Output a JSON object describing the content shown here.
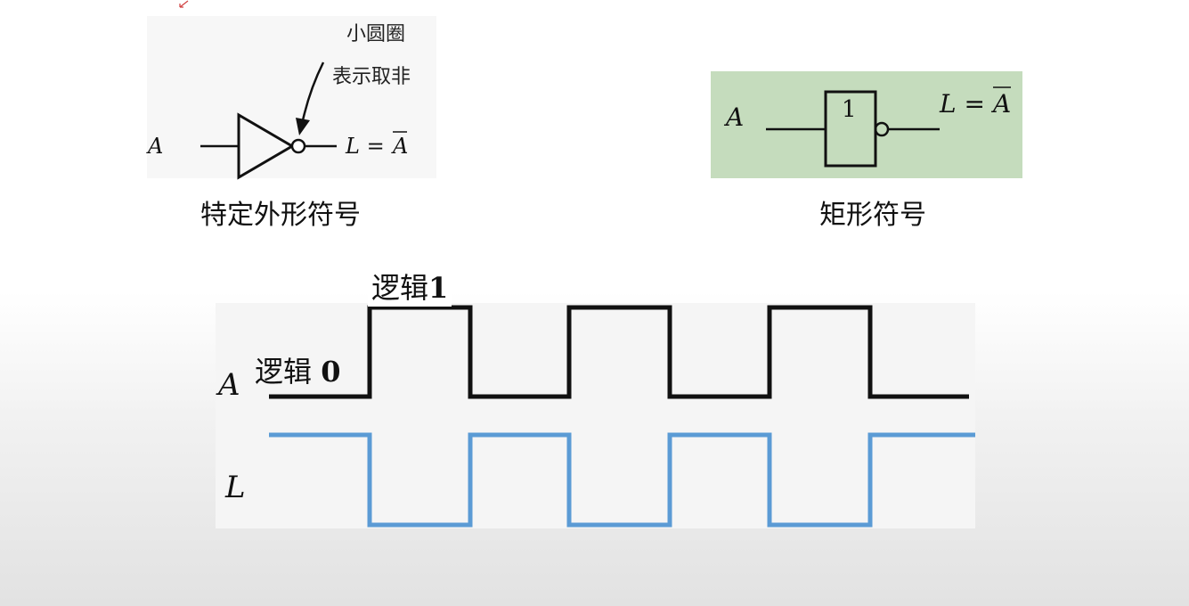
{
  "inverter_shape": {
    "input_label": "A",
    "output_label": "L = ",
    "output_bar_label": "A",
    "note_line1": "小圆圈",
    "note_line2": "表示取非",
    "caption": "特定外形符号"
  },
  "rect_symbol": {
    "input_label": "A",
    "gate_text": "1",
    "output_label": "L = ",
    "output_bar_label": "A",
    "caption": "矩形符号"
  },
  "waveform": {
    "signal_a_label": "A",
    "signal_l_label": "L",
    "logic1_text": "逻辑",
    "logic1_num": "1",
    "logic0_text": "逻辑 ",
    "logic0_num": "0",
    "colors": {
      "A": "#111111",
      "L": "#5b9bd5"
    },
    "A_levels": [
      0,
      1,
      0,
      1,
      0,
      1,
      0
    ],
    "L_levels": [
      1,
      0,
      1,
      0,
      1,
      0,
      1
    ]
  }
}
